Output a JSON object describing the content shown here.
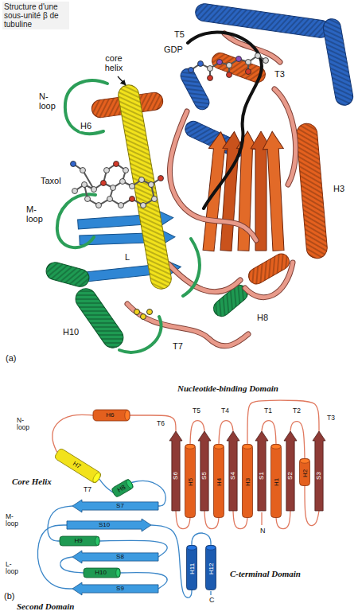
{
  "diagram": {
    "title": "Structure d'une sous-unité β de tubuline",
    "nodes": [
      {
        "text": [
          "H6"
        ]
      },
      {
        "text": [
          "S6"
        ]
      },
      {
        "text": [
          "H5"
        ]
      },
      {
        "text": [
          "S5"
        ]
      },
      {
        "text": [
          "H4"
        ]
      },
      {
        "text": [
          "S4"
        ]
      },
      {
        "text": [
          "H3"
        ]
      },
      {
        "text": [
          "S1"
        ]
      },
      {
        "text": [
          "H1"
        ]
      },
      {
        "text": [
          "S2"
        ]
      },
      {
        "text": [
          "H2"
        ]
      },
      {
        "text": [
          "S3"
        ]
      },
      {
        "text": [
          "H7"
        ]
      },
      {
        "text": [
          "H8"
        ]
      },
      {
        "text": [
          "S7"
        ]
      },
      {
        "text": [
          "S10"
        ]
      },
      {
        "text": [
          "H9"
        ]
      },
      {
        "text": [
          "S8"
        ]
      },
      {
        "text": [
          "H10"
        ]
      },
      {
        "text": [
          "S9"
        ]
      },
      {
        "text": [
          "H11"
        ]
      },
      {
        "text": [
          "H12"
        ]
      }
    ],
    "edges": [
      {
        "from": 7,
        "to": 8,
        "arrow": "none",
        "label": "T1"
      },
      {
        "from": 8,
        "to": 9,
        "arrow": "none"
      },
      {
        "from": 9,
        "to": 10,
        "arrow": "none",
        "label": "T2"
      },
      {
        "from": 10,
        "to": 11,
        "arrow": "none"
      },
      {
        "from": 11,
        "to": 6,
        "arrow": "none",
        "label": "T3"
      },
      {
        "from": 6,
        "to": 5,
        "arrow": "none"
      },
      {
        "from": 5,
        "to": 4,
        "arrow": "none",
        "label": "T4"
      },
      {
        "from": 4,
        "to": 3,
        "arrow": "none"
      },
      {
        "from": 3,
        "to": 2,
        "arrow": "none",
        "label": "T5"
      },
      {
        "from": 2,
        "to": 1,
        "arrow": "none"
      },
      {
        "from": 1,
        "to": 0,
        "arrow": "none",
        "label": "T6"
      },
      {
        "from": 0,
        "to": 12,
        "arrow": "none",
        "label": "N-loop"
      },
      {
        "from": 12,
        "to": 13,
        "arrow": "none",
        "label": "T7"
      },
      {
        "from": 13,
        "to": 14,
        "arrow": "none"
      },
      {
        "from": 14,
        "to": 16,
        "arrow": "none",
        "label": "M-loop"
      },
      {
        "from": 16,
        "to": 17,
        "arrow": "none"
      },
      {
        "from": 17,
        "to": 18,
        "arrow": "none",
        "label": "L-loop"
      },
      {
        "from": 18,
        "to": 19,
        "arrow": "none"
      },
      {
        "from": 19,
        "to": 15,
        "arrow": "none"
      },
      {
        "from": 15,
        "to": 20,
        "arrow": "none"
      },
      {
        "from": 20,
        "to": 21,
        "arrow": "none"
      }
    ],
    "labels": [
      "T5",
      "GDP",
      "T3",
      "core helix",
      "N-loop",
      "H6",
      "H3",
      "Taxol",
      "M-loop",
      "L",
      "H8",
      "H10",
      "T7",
      "(a)",
      "Nucleotide-binding Domain",
      "Core Helix",
      "N",
      "C-terminal Domain",
      "C",
      "(b)",
      "Second Domain"
    ]
  }
}
